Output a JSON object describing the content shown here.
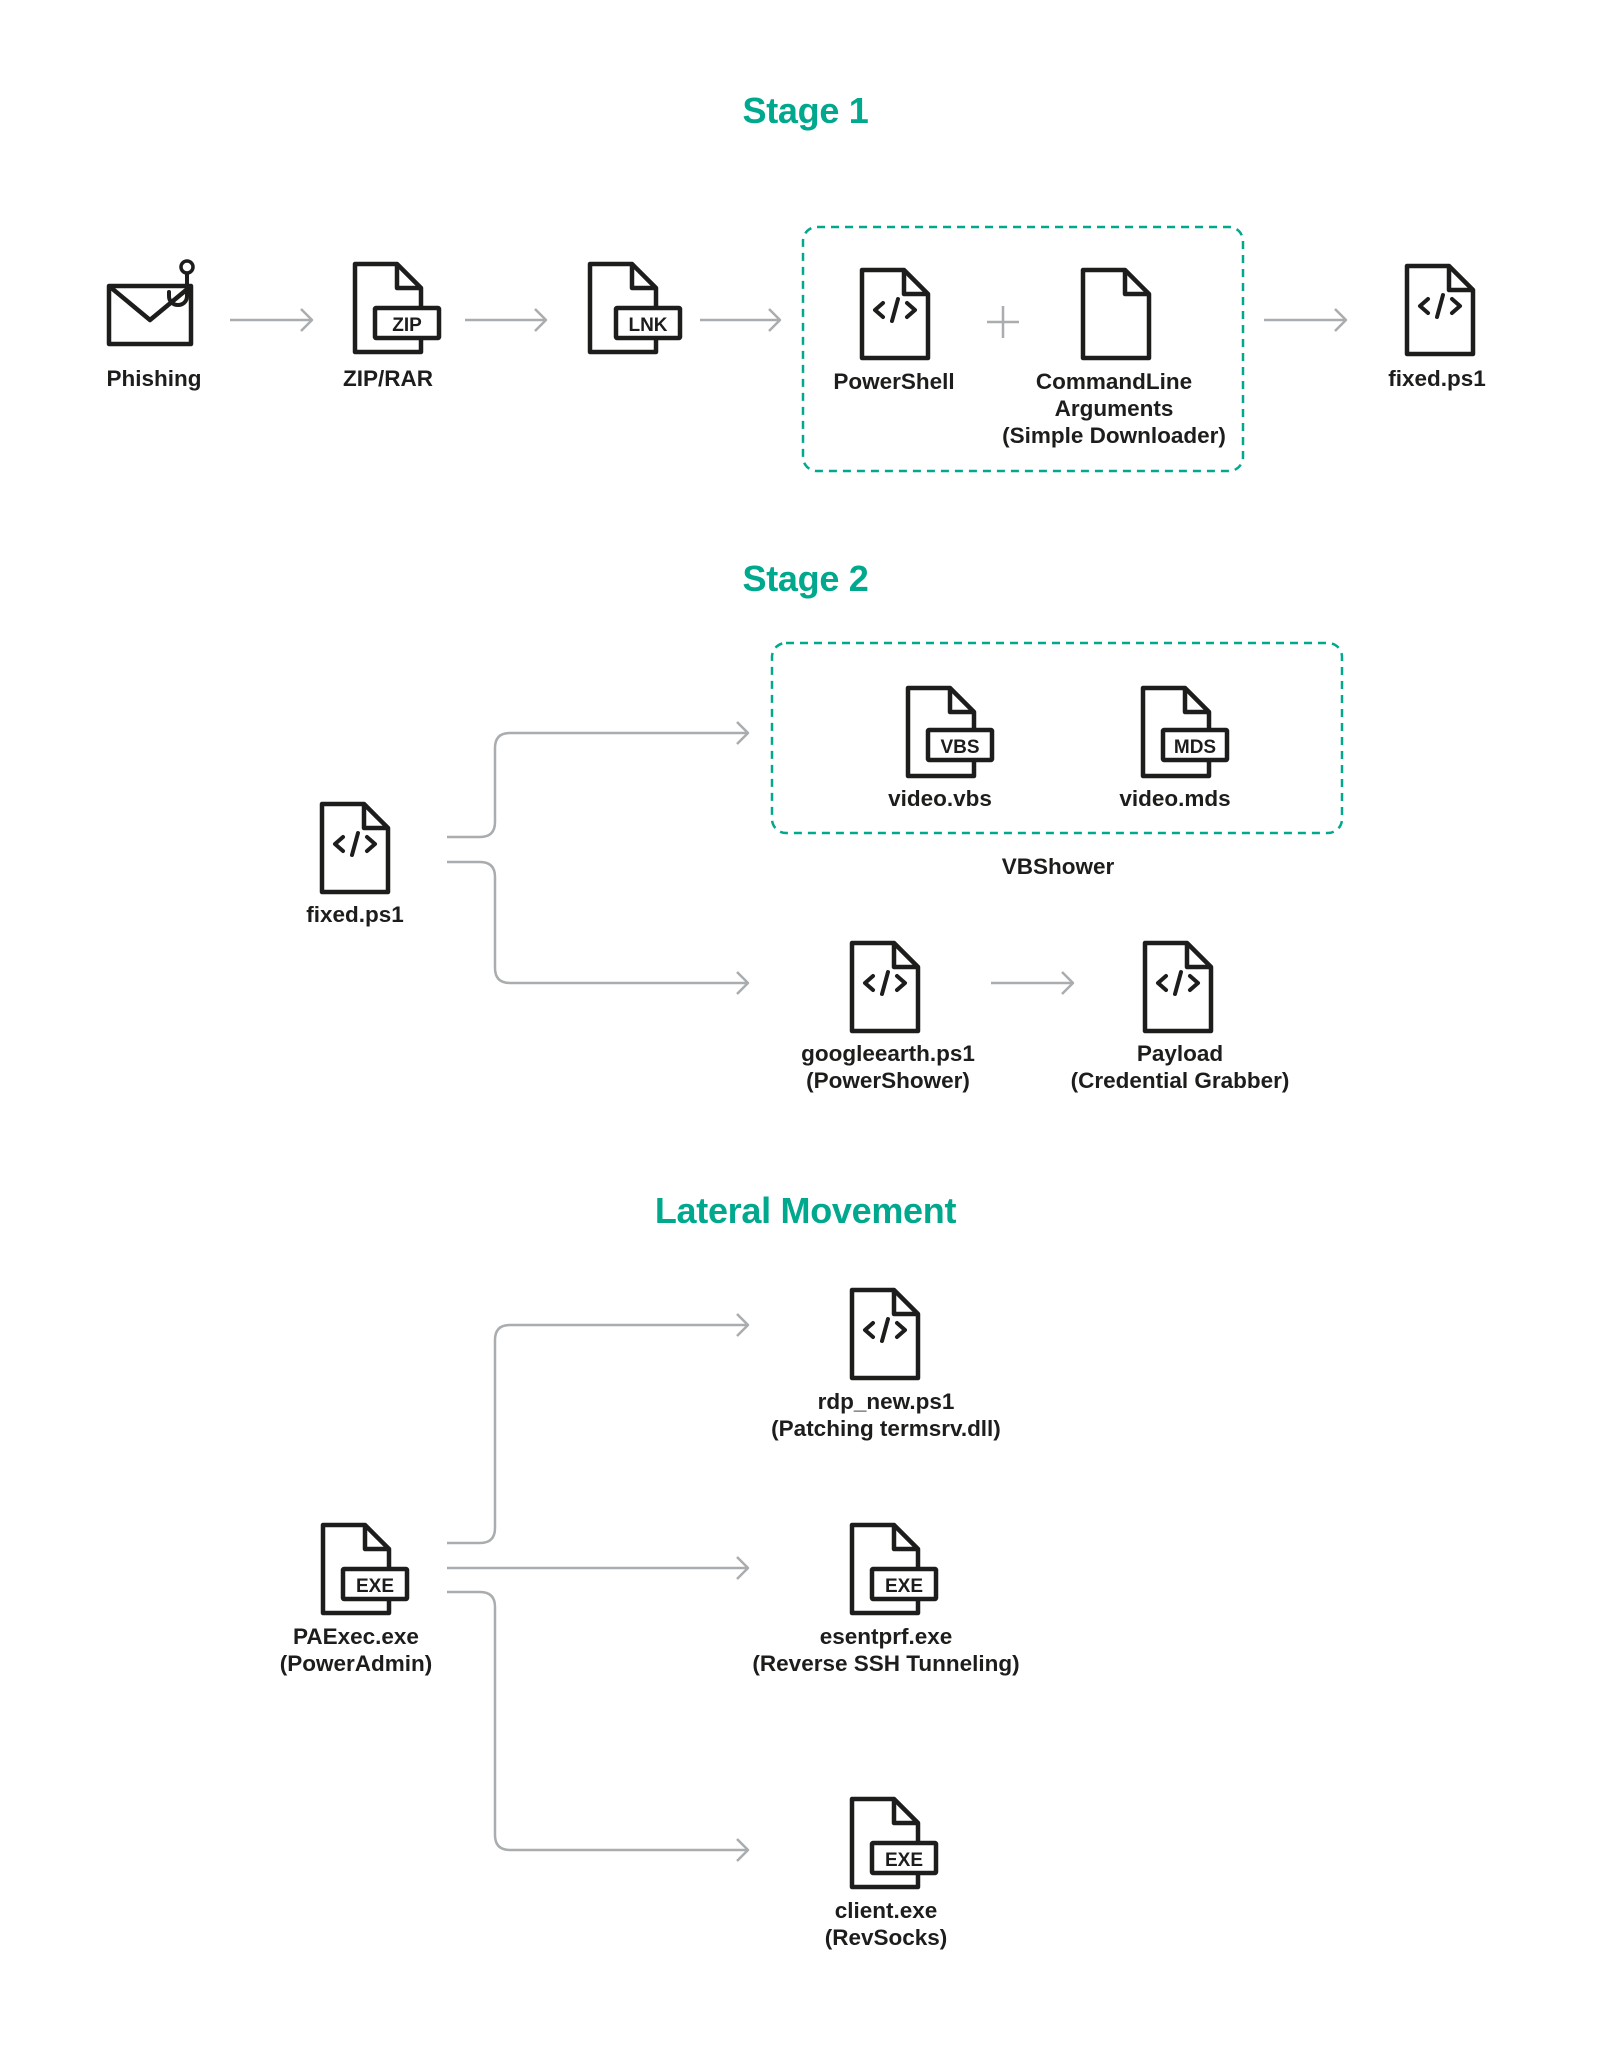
{
  "colors": {
    "accent": "#00a88e",
    "ink": "#1d1d1b",
    "connector": "#a9adb0",
    "background": "#ffffff"
  },
  "stage1": {
    "title": "Stage 1",
    "nodes": {
      "phishing": {
        "icon": "phishing-mail-hook-icon",
        "label": "Phishing"
      },
      "archive": {
        "icon": "zip-file-icon",
        "badge": "ZIP",
        "label": "ZIP/RAR"
      },
      "shortcut": {
        "icon": "lnk-file-icon",
        "badge": "LNK"
      },
      "powershell": {
        "icon": "code-file-icon",
        "label": "PowerShell"
      },
      "plus": "+",
      "cmdline": {
        "icon": "blank-file-icon",
        "label_lines": [
          "CommandLine",
          "Arguments",
          "(Simple Downloader)"
        ]
      },
      "fixed": {
        "icon": "code-file-icon",
        "label": "fixed.ps1"
      }
    }
  },
  "stage2": {
    "title": "Stage 2",
    "nodes": {
      "fixed": {
        "icon": "code-file-icon",
        "label": "fixed.ps1"
      },
      "vbs": {
        "icon": "vbs-file-icon",
        "badge": "VBS",
        "label": "video.vbs"
      },
      "mds": {
        "icon": "mds-file-icon",
        "badge": "MDS",
        "label": "video.mds"
      },
      "group_label": "VBShower",
      "googleearth": {
        "icon": "code-file-icon",
        "label_lines": [
          "googleearth.ps1",
          "(PowerShower)"
        ]
      },
      "payload": {
        "icon": "code-file-icon",
        "label_lines": [
          "Payload",
          "(Credential Grabber)"
        ]
      }
    }
  },
  "lateral": {
    "title": "Lateral Movement",
    "nodes": {
      "paexec": {
        "icon": "exe-file-icon",
        "badge": "EXE",
        "label_lines": [
          "PAExec.exe",
          "(PowerAdmin)"
        ]
      },
      "rdp": {
        "icon": "code-file-icon",
        "label_lines": [
          "rdp_new.ps1",
          "(Patching termsrv.dll)"
        ]
      },
      "esentprf": {
        "icon": "exe-file-icon",
        "badge": "EXE",
        "label_lines": [
          "esentprf.exe",
          "(Reverse SSH Tunneling)"
        ]
      },
      "client": {
        "icon": "exe-file-icon",
        "badge": "EXE",
        "label_lines": [
          "client.exe",
          "(RevSocks)"
        ]
      }
    }
  }
}
